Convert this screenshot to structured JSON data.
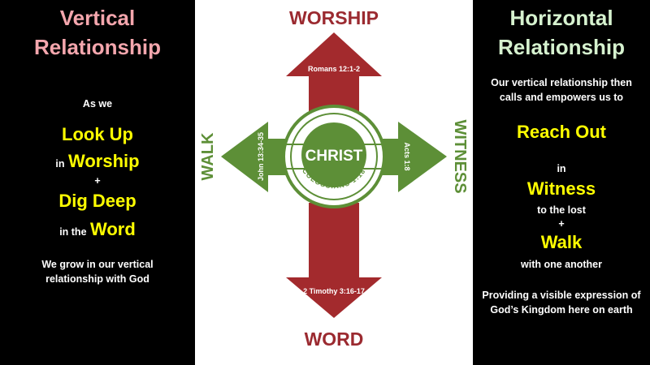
{
  "left": {
    "title_line1": "Vertical",
    "title_line2": "Relationship",
    "as_we": "As we",
    "look_up": "Look Up",
    "in_prefix": "in",
    "worship": "Worship",
    "plus": "+",
    "dig_deep": "Dig Deep",
    "in_the_prefix": "in the",
    "word": "Word",
    "footer_line1": "We grow in our vertical",
    "footer_line2": "relationship with God"
  },
  "right": {
    "title_line1": "Horizontal",
    "title_line2": "Relationship",
    "intro_line1": "Our vertical relationship then",
    "intro_line2": "calls and empowers us to",
    "reach_out": "Reach Out",
    "in_word": "in",
    "witness": "Witness",
    "to_the_lost": "to the lost",
    "plus": "+",
    "walk": "Walk",
    "with_one_another": "with one another",
    "footer_line1": "Providing a visible expression of",
    "footer_line2": "God’s Kingdom here on earth"
  },
  "diagram": {
    "top_label": "WORSHIP",
    "bottom_label": "WORD",
    "left_label": "WALK",
    "right_label": "WITNESS",
    "center_label": "CHRIST",
    "center_ref": "COLOSSIANS 1:18",
    "up_ref": "Romans 12:1-2",
    "down_ref": "2 Timothy 3:16-17",
    "left_ref": "John 13:34-35",
    "right_ref": "Acts 1:8",
    "colors": {
      "red": "#a32a2d",
      "green": "#5d8f37",
      "label_red": "#9b2a30",
      "label_green": "#5d8f37"
    }
  }
}
